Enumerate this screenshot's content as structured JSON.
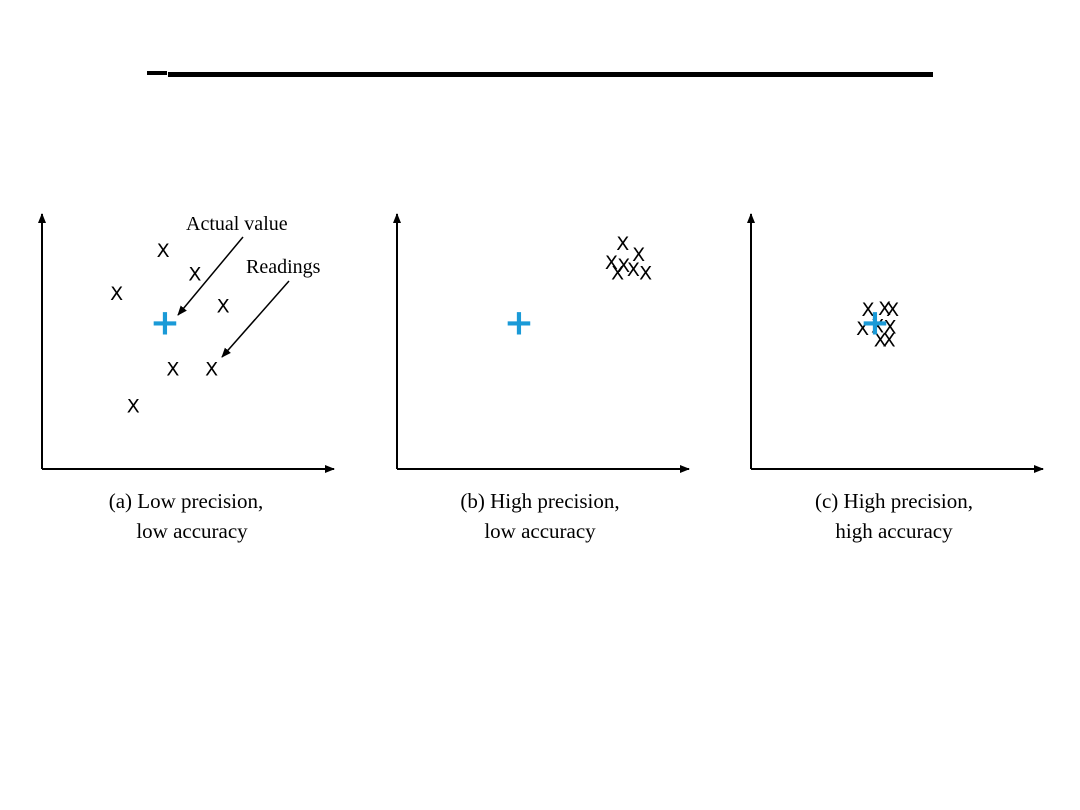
{
  "colors": {
    "target": "#1a9ad7",
    "ink": "#000000"
  },
  "marks": {
    "reading_symbol": "X",
    "target_symbol": "+"
  },
  "annotations": {
    "actual_value": "Actual value",
    "readings": "Readings"
  },
  "panels": [
    {
      "id": "a",
      "caption_line1": "(a) Low precision,",
      "caption_line2": "low accuracy",
      "target": [
        0.0,
        0.0
      ],
      "readings": [
        [
          -0.02,
          0.82
        ],
        [
          0.34,
          0.55
        ],
        [
          -0.55,
          0.33
        ],
        [
          0.66,
          0.19
        ],
        [
          0.09,
          -0.53
        ],
        [
          0.53,
          -0.53
        ],
        [
          -0.36,
          -0.95
        ]
      ]
    },
    {
      "id": "b",
      "caption_line1": "(b) High precision,",
      "caption_line2": "low accuracy",
      "target": [
        0.0,
        0.0
      ],
      "readings": [
        [
          1.18,
          0.9
        ],
        [
          1.36,
          0.77
        ],
        [
          1.05,
          0.68
        ],
        [
          1.19,
          0.65
        ],
        [
          1.3,
          0.6
        ],
        [
          1.12,
          0.56
        ],
        [
          1.44,
          0.56
        ]
      ]
    },
    {
      "id": "c",
      "caption_line1": "(c) High precision,",
      "caption_line2": "high accuracy",
      "target": [
        0.0,
        0.0
      ],
      "readings": [
        [
          -0.08,
          0.15
        ],
        [
          0.11,
          0.16
        ],
        [
          0.2,
          0.15
        ],
        [
          -0.14,
          -0.07
        ],
        [
          0.03,
          -0.04
        ],
        [
          0.17,
          -0.05
        ],
        [
          0.06,
          -0.2
        ],
        [
          0.16,
          -0.2
        ]
      ]
    }
  ]
}
